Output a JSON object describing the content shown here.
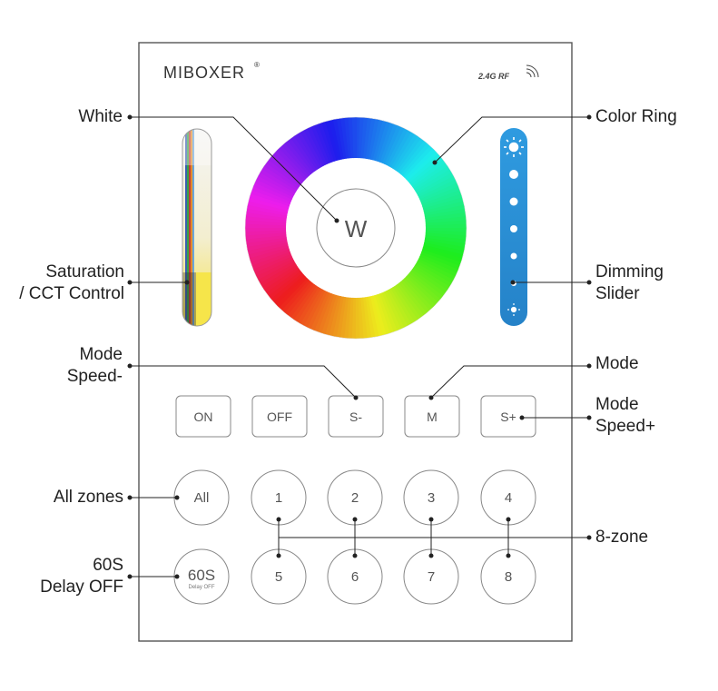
{
  "brand": {
    "name": "MIBOXER",
    "registered": "®",
    "rf": "2.4G RF"
  },
  "center_button": {
    "label": "W"
  },
  "top_buttons": [
    {
      "id": "on",
      "label": "ON"
    },
    {
      "id": "off",
      "label": "OFF"
    },
    {
      "id": "speed-minus",
      "label": "S-"
    },
    {
      "id": "mode",
      "label": "M"
    },
    {
      "id": "speed-plus",
      "label": "S+"
    }
  ],
  "zone_row1": [
    {
      "id": "all",
      "label": "All"
    },
    {
      "id": "zone-1",
      "label": "1"
    },
    {
      "id": "zone-2",
      "label": "2"
    },
    {
      "id": "zone-3",
      "label": "3"
    },
    {
      "id": "zone-4",
      "label": "4"
    }
  ],
  "zone_row2": [
    {
      "id": "zone-5",
      "label": "5"
    },
    {
      "id": "zone-6",
      "label": "6"
    },
    {
      "id": "zone-7",
      "label": "7"
    },
    {
      "id": "zone-8",
      "label": "8"
    }
  ],
  "delay_button": {
    "big": "60S",
    "small": "Delay OFF"
  },
  "callouts": {
    "white": "White",
    "saturation_line1": "Saturation",
    "saturation_line2": "/ CCT Control",
    "mode_speed_minus_line1": "Mode",
    "mode_speed_minus_line2": "Speed-",
    "all_zones": "All zones",
    "delay_line1": "60S",
    "delay_line2": "Delay OFF",
    "color_ring": "Color Ring",
    "dimming_line1": "Dimming",
    "dimming_line2": "Slider",
    "mode": "Mode",
    "mode_speed_plus_line1": "Mode",
    "mode_speed_plus_line2": "Speed+",
    "eight_zone": "8-zone"
  },
  "colors": {
    "panel_border": "#555555",
    "button_border": "#888888",
    "button_text": "#555555",
    "slider_blue": "#2b8fd6",
    "label_text": "#222222"
  }
}
